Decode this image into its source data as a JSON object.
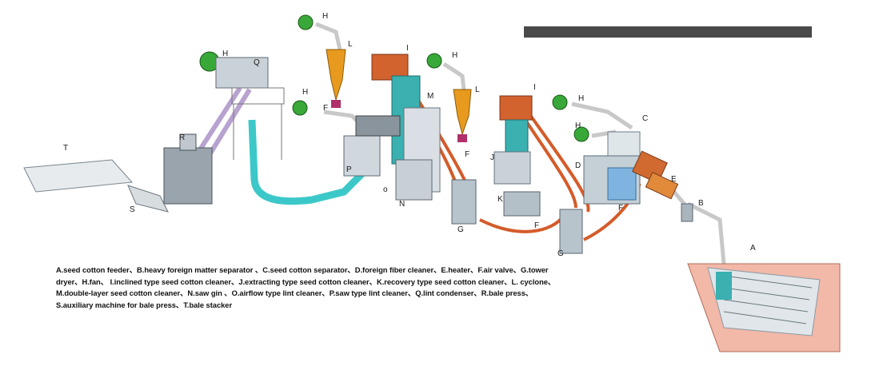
{
  "legend_lines": [
    "A.seed cotton feeder、B.heavy foreign matter separator 、C.seed cotton separator、D.foreign fiber cleaner、E.heater、F.air valve、G.tower",
    "dryer、H.fan、 I.inclined type seed cotton cleaner、J.extracting type seed cotton cleaner、K.recovery type seed cotton cleaner、L. cyclone、",
    "M.double-layer seed cotton cleaner、N.saw gin 、O.airflow type lint cleaner、P.saw type lint cleaner、Q.lint condenser、R.bale press、",
    "S.auxiliary machine for bale press、T.bale stacker"
  ],
  "labels": {
    "A": "A",
    "B": "B",
    "C": "C",
    "D": "D",
    "E": "E",
    "F": "F",
    "G": "G",
    "H": "H",
    "I": "I",
    "J": "J",
    "K": "K",
    "L": "L",
    "M": "M",
    "N": "N",
    "O": "o",
    "P": "P",
    "Q": "Q",
    "R": "R",
    "S": "S",
    "T": "T"
  }
}
